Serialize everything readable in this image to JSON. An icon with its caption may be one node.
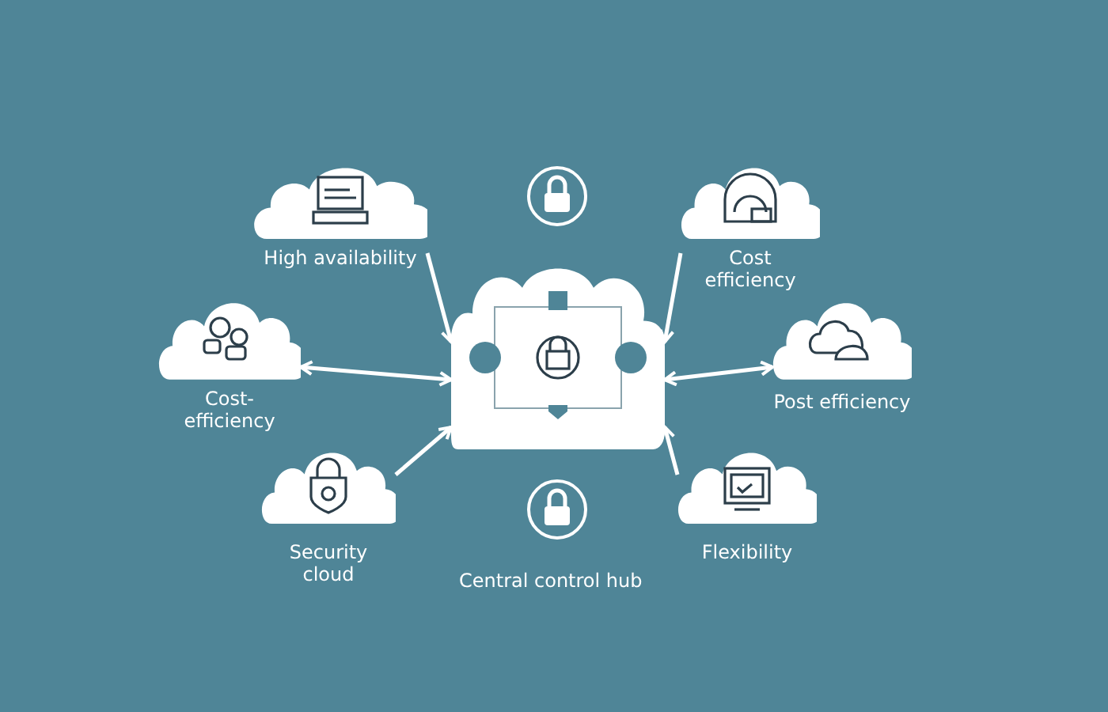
{
  "diagram": {
    "nodes": [
      {
        "text": [
          "High availability"
        ]
      },
      {
        "text": [
          "Cost efficiency"
        ]
      },
      {
        "text": [
          "Cost- efficiency"
        ]
      },
      {
        "text": [],
        "shape": "cloud"
      },
      {
        "text": [
          "Post efficiency"
        ]
      },
      {
        "text": [
          "Security cloud"
        ]
      },
      {
        "text": [
          "Flexibility"
        ]
      }
    ],
    "edges": [
      {
        "from": 0,
        "to": 3,
        "arrow": "to"
      },
      {
        "from": 1,
        "to": 3,
        "arrow": "to"
      },
      {
        "from": 2,
        "to": 3,
        "arrow": "both"
      },
      {
        "from": 3,
        "to": 4,
        "arrow": "both"
      },
      {
        "from": 5,
        "to": 3,
        "arrow": "to"
      },
      {
        "from": 6,
        "to": 3,
        "arrow": "to"
      }
    ],
    "labels": [
      "Central control hub"
    ]
  }
}
